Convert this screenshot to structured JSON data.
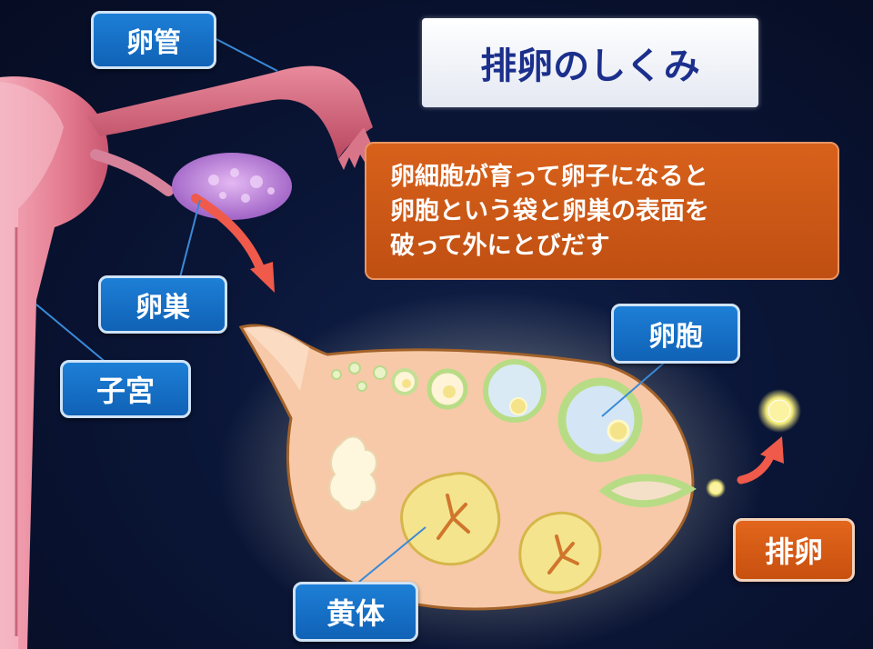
{
  "title": "排卵のしくみ",
  "description": {
    "lines": [
      "卵細胞が育って卵子になると",
      "卵胞という袋と卵巣の表面を",
      "破って外にとびだす"
    ]
  },
  "labels": {
    "fallopian_tube": "卵管",
    "ovary": "卵巣",
    "uterus": "子宮",
    "follicle": "卵胞",
    "corpus_luteum": "黄体",
    "ovulation": "排卵"
  },
  "colors": {
    "label_blue": "#1a72c8",
    "label_orange": "#d65a16",
    "title_text": "#1b2f8c",
    "ovary_fill": "#f7c9a8",
    "uterus_pink": "#e77f94",
    "arrow_red": "#ef5a4a"
  }
}
